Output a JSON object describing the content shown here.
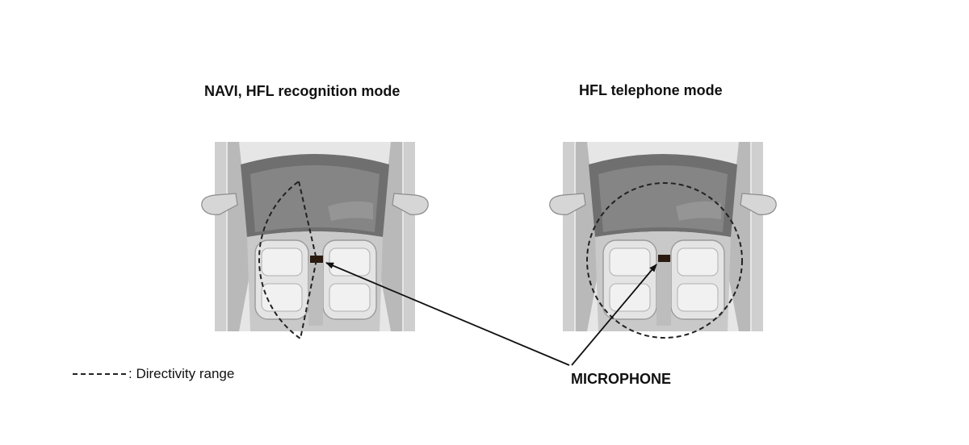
{
  "diagram": {
    "left_panel_title": "NAVI, HFL recognition mode",
    "right_panel_title": "HFL telephone mode",
    "microphone_label": "MICROPHONE",
    "legend_text": ": Directivity range"
  },
  "colors": {
    "line": "#222222",
    "car_body": "#d4d4d4",
    "car_dark": "#8a8a8a",
    "windshield": "#7a7a7a",
    "microphone": "#2a1a10"
  }
}
